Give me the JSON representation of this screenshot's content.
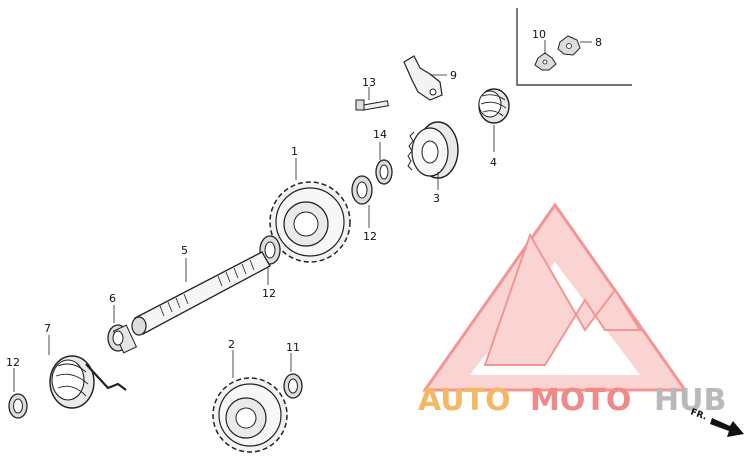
{
  "parts": [
    {
      "id": "p1",
      "number": "1"
    },
    {
      "id": "p2",
      "number": "2"
    },
    {
      "id": "p3",
      "number": "3"
    },
    {
      "id": "p4",
      "number": "4"
    },
    {
      "id": "p5",
      "number": "5"
    },
    {
      "id": "p6",
      "number": "6"
    },
    {
      "id": "p7",
      "number": "7"
    },
    {
      "id": "p8",
      "number": "8"
    },
    {
      "id": "p9",
      "number": "9"
    },
    {
      "id": "p10",
      "number": "10"
    },
    {
      "id": "p11",
      "number": "11"
    },
    {
      "id": "p12a",
      "number": "12"
    },
    {
      "id": "p12b",
      "number": "12"
    },
    {
      "id": "p12c",
      "number": "12"
    },
    {
      "id": "p13",
      "number": "13"
    },
    {
      "id": "p14",
      "number": "14"
    }
  ],
  "direction_label": "FR.",
  "watermark": {
    "auto": "AUTO",
    "moto": "MOTO",
    "hub": "HUB",
    "colors": {
      "logo": "#e8403e",
      "logo_fill": "#f6b2ae",
      "auto": "#f4b766",
      "moto": "#f08a86",
      "hub": "#b9b9b9"
    }
  }
}
